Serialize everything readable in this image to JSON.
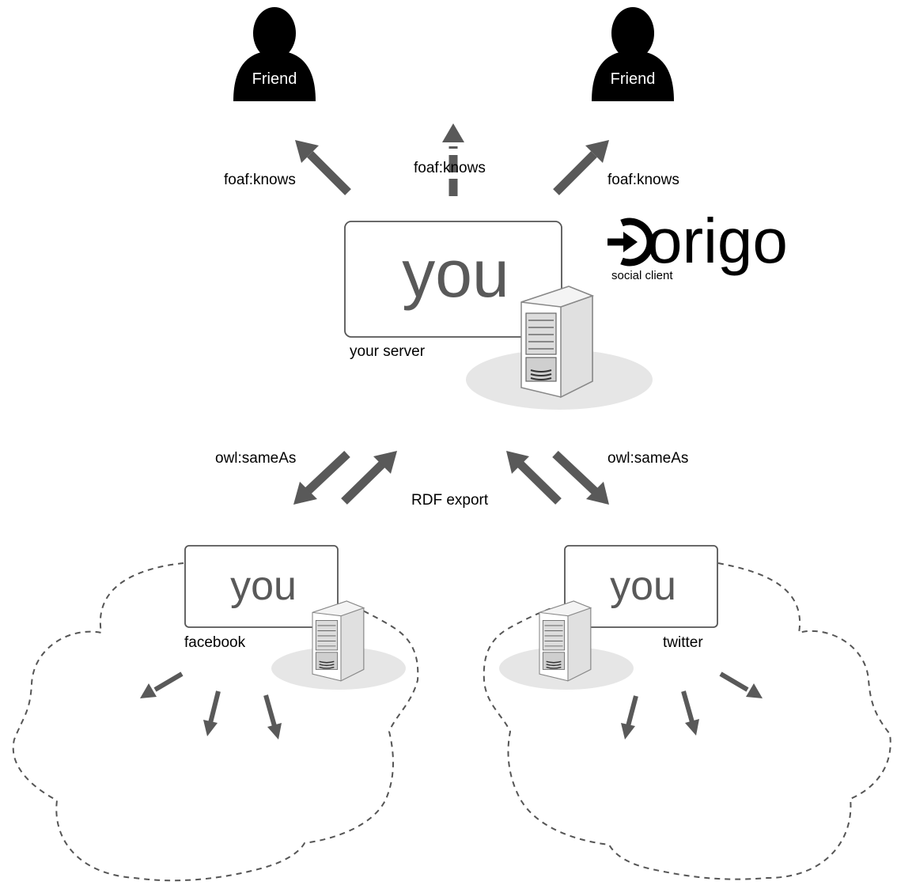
{
  "friends": [
    {
      "label": "Friend"
    },
    {
      "label": "Friend"
    }
  ],
  "relations": {
    "knows_left": "foaf:knows",
    "knows_center": "foaf:knows",
    "knows_right": "foaf:knows",
    "sameas_left": "owl:sameAs",
    "sameas_right": "owl:sameAs",
    "rdf_export": "RDF export"
  },
  "main_node": {
    "identity": "you",
    "caption": "your server"
  },
  "logo": {
    "wordmark": "origo",
    "tagline": "social client"
  },
  "external_nodes": [
    {
      "identity": "you",
      "caption": "facebook"
    },
    {
      "identity": "you",
      "caption": "twitter"
    }
  ],
  "colors": {
    "arrow": "#595959",
    "server_shadow": "#e6e6e6",
    "cloud_border": "#555555"
  }
}
